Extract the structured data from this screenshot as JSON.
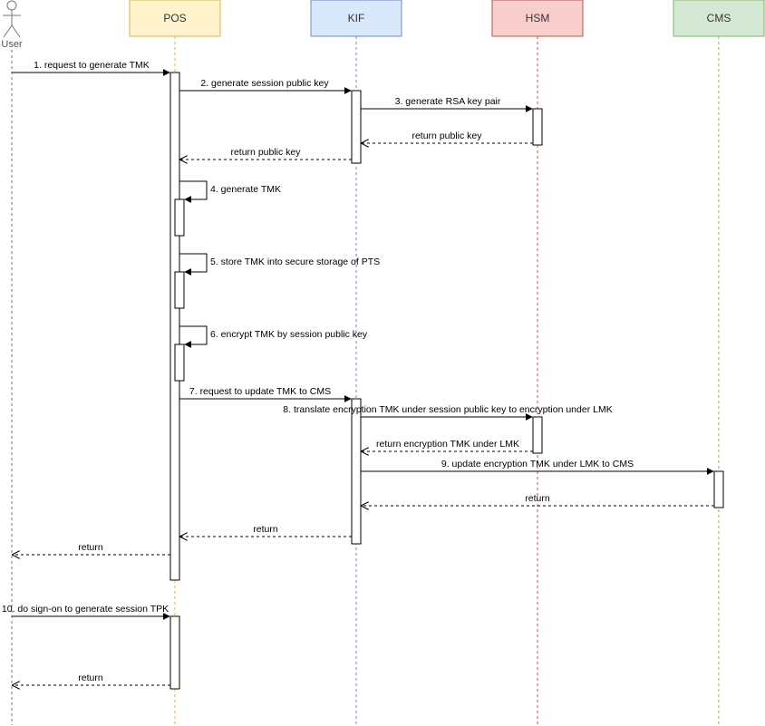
{
  "actor": {
    "label": "User"
  },
  "participants": [
    {
      "id": "pos",
      "label": "POS",
      "fill": "#fff2cc",
      "stroke": "#d6b656"
    },
    {
      "id": "kif",
      "label": "KIF",
      "fill": "#dae8fc",
      "stroke": "#6c8ebf"
    },
    {
      "id": "hsm",
      "label": "HSM",
      "fill": "#f8cecc",
      "stroke": "#b85450"
    },
    {
      "id": "cms",
      "label": "CMS",
      "fill": "#d5e8d4",
      "stroke": "#82b366"
    }
  ],
  "messages": [
    {
      "label": "1. request to generate TMK",
      "type": "sync"
    },
    {
      "label": "2. generate session public key",
      "type": "sync"
    },
    {
      "label": "3. generate RSA key pair",
      "type": "sync"
    },
    {
      "label": "return public key",
      "type": "return"
    },
    {
      "label": "return public key",
      "type": "return"
    },
    {
      "label": "4. generate TMK",
      "type": "self"
    },
    {
      "label": "5. store TMK into secure storage of PTS",
      "type": "self"
    },
    {
      "label": "6. encrypt TMK by session public key",
      "type": "self"
    },
    {
      "label": "7. request to update TMK to CMS",
      "type": "sync"
    },
    {
      "label": "8. translate encryption TMK under session public key to encryption under LMK",
      "type": "sync"
    },
    {
      "label": "return encryption TMK under LMK",
      "type": "return"
    },
    {
      "label": "9. update encryption TMK under LMK to CMS",
      "type": "sync"
    },
    {
      "label": "return",
      "type": "return"
    },
    {
      "label": "return",
      "type": "return"
    },
    {
      "label": "return",
      "type": "return"
    },
    {
      "label": "10. do sign-on to generate session TPK",
      "type": "sync"
    },
    {
      "label": "return",
      "type": "return"
    }
  ]
}
